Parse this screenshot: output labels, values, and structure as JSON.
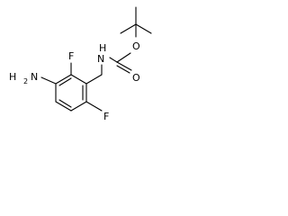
{
  "atoms": {
    "carbamate_n": "N",
    "carbamate_h": "H",
    "carbonyl_o": "O",
    "ester_o": "O",
    "fluorine_top": "F",
    "fluorine_bottom": "F",
    "amine_n": "N",
    "amine_h": "H",
    "amine_h_count": "2"
  }
}
